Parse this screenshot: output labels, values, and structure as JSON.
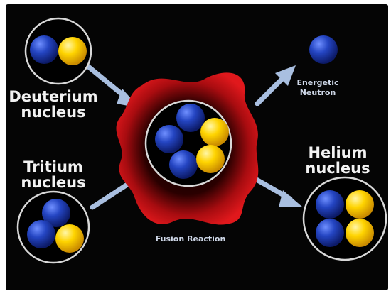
{
  "labels": {
    "deuterium_line1": "Deuterium",
    "deuterium_line2": "nucleus",
    "tritium_line1": "Tritium",
    "tritium_line2": "nucleus",
    "helium_line1": "Helium",
    "helium_line2": "nucleus",
    "neutron_line1": "Energetic",
    "neutron_line2": "Neutron",
    "reaction": "Fusion Reaction"
  },
  "colors": {
    "background": "#050505",
    "proton": "#f5c400",
    "neutron": "#1f3fae",
    "arrow": "#a9bfe0",
    "burst": "#d81418",
    "ring": "#d8d8d8"
  },
  "nuclei": {
    "deuterium": {
      "protons": 1,
      "neutrons": 1
    },
    "tritium": {
      "protons": 1,
      "neutrons": 2
    },
    "fusion": {
      "protons": 2,
      "neutrons": 3
    },
    "helium": {
      "protons": 2,
      "neutrons": 2
    },
    "free_neutron": {
      "neutrons": 1
    }
  }
}
